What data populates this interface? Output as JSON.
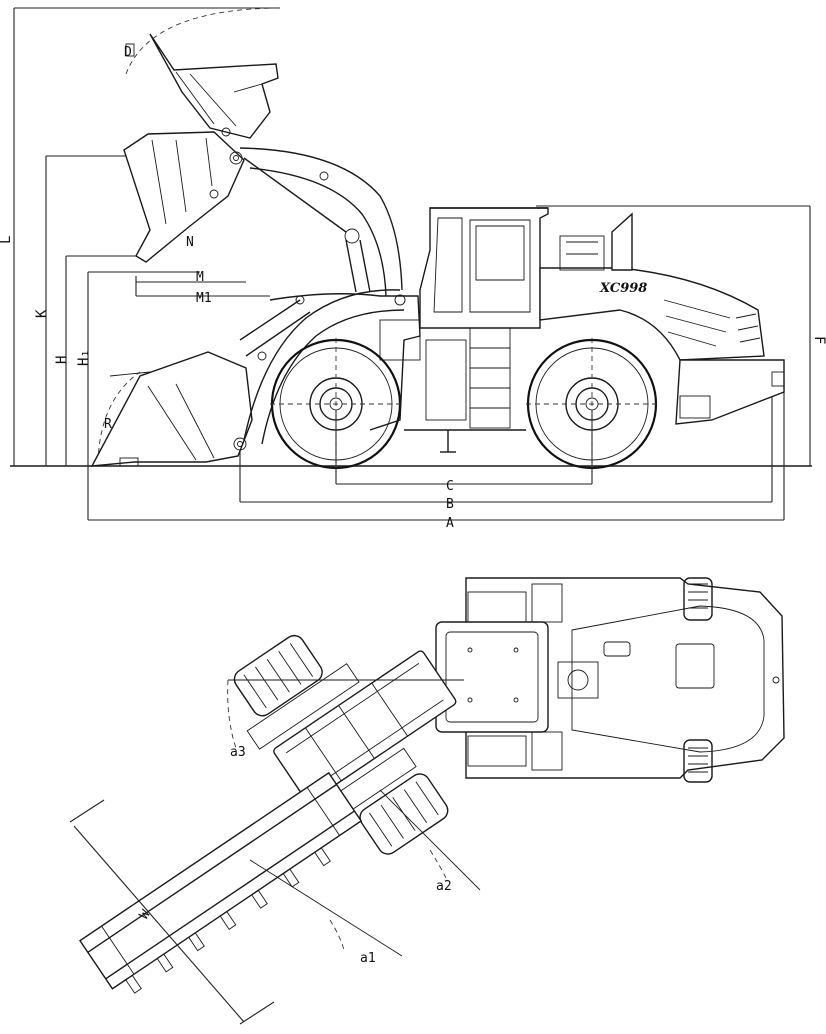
{
  "brand": "XC998",
  "side_view": {
    "labels": {
      "L": "L",
      "K": "K",
      "H": "H",
      "H1": "H₁",
      "F": "F",
      "D": "D",
      "N": "N",
      "M": "M",
      "M1": "M1",
      "R": "R",
      "A": "A",
      "B": "B",
      "C": "C"
    }
  },
  "top_view": {
    "labels": {
      "a1": "a1",
      "a2": "a2",
      "a3": "a3",
      "W": "W"
    }
  }
}
